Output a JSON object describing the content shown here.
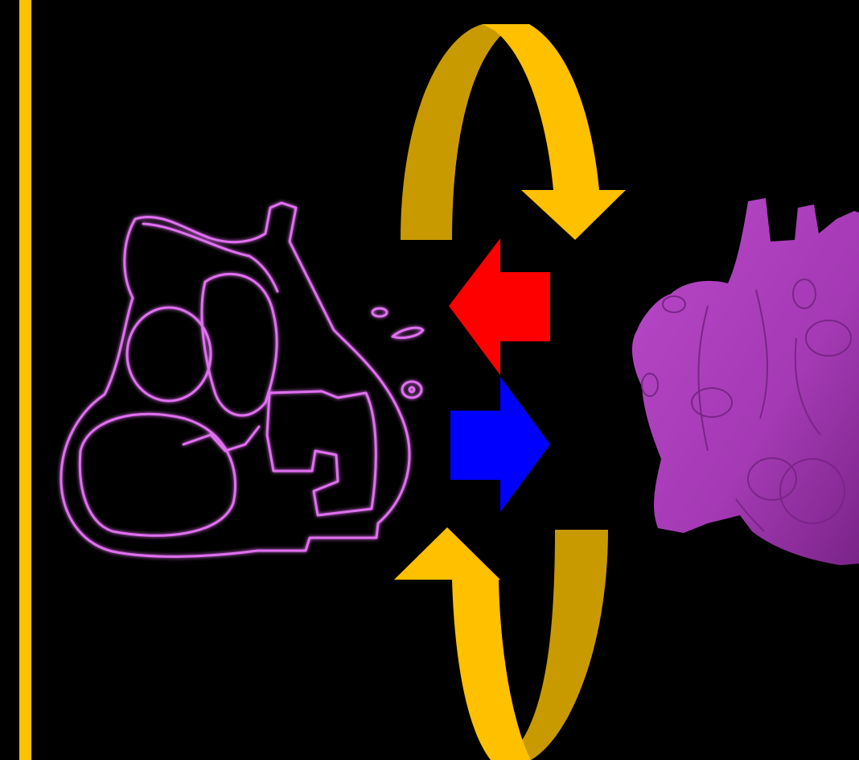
{
  "colors": {
    "background": "#000000",
    "side_bar": "#FFC000",
    "loop_arrow_light": "#FFC000",
    "loop_arrow_dark": "#C99A00",
    "arrow_left": "#FF0000",
    "arrow_right": "#0000FF",
    "heart_outline": "#E070F0",
    "heart_outline_glow": "#9B2FB0",
    "heart_solid": "#A53AB5",
    "heart_solid_shade": "#7A2488"
  },
  "icons": {
    "top_loop": "curved-arrow-clockwise-top",
    "bottom_loop": "curved-arrow-clockwise-bottom",
    "left_arrow": "arrow-left",
    "right_arrow": "arrow-right",
    "left_image": "heart-outline-2d-slice",
    "right_image": "heart-3d-surface-model"
  }
}
